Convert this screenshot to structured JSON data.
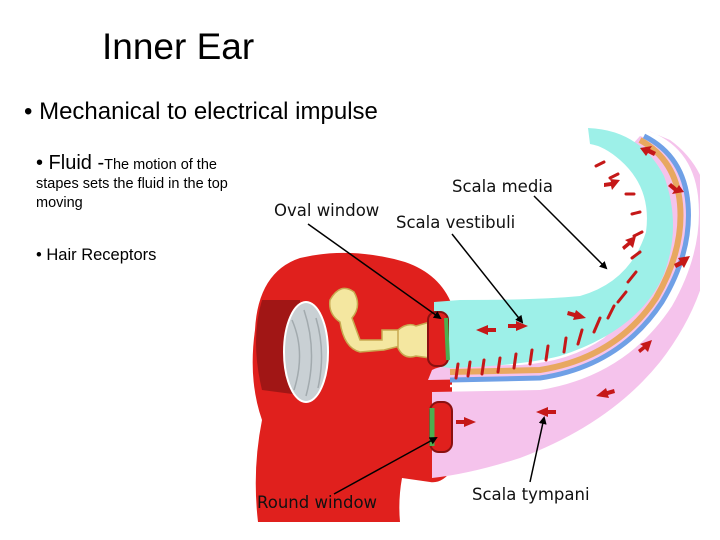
{
  "slide": {
    "title": "Inner Ear",
    "bullet_main": "• Mechanical to electrical impulse",
    "sub_bullet_fluid_lead": "• Fluid -",
    "sub_bullet_fluid_text": "The motion of the stapes sets the fluid in the top moving",
    "sub_bullet_hair": "• Hair Receptors"
  },
  "diagram": {
    "labels": {
      "scala_media": "Scala media",
      "oval_window": "Oval window",
      "scala_vestibuli": "Scala vestibuli",
      "round_window": "Round window",
      "scala_tympani": "Scala tympani"
    },
    "colors": {
      "bone": "#e0201d",
      "scala_vestibuli_fill": "#9df0e8",
      "scala_tympani_fill": "#f5c3ec",
      "cochlear_duct": "#e8a860",
      "arrow": "#c51818",
      "ossicle": "#f4e7a0",
      "eardrum": "#c9d0d4",
      "membrane_green": "#4caf50"
    }
  }
}
